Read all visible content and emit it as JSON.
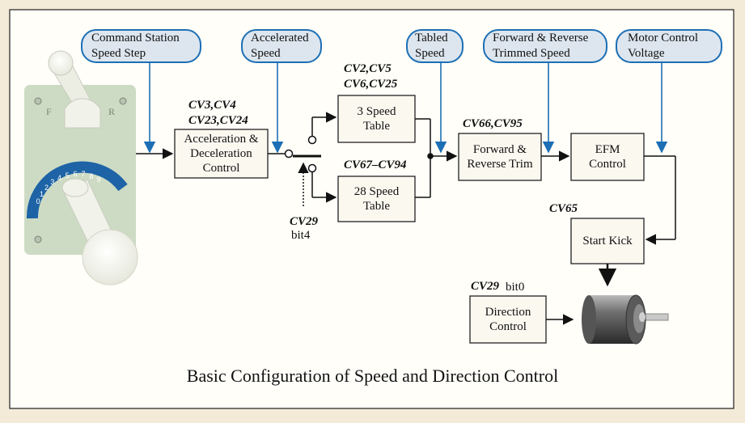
{
  "caption": "Basic Configuration of Speed and Direction Control",
  "controller": {
    "forward_label": "F",
    "reverse_label": "R",
    "dial_digits": [
      "0",
      "1",
      "2",
      "3",
      "4",
      "5",
      "6",
      "7",
      "8",
      "9"
    ]
  },
  "callouts": {
    "command_station": "Command Station\nSpeed Step",
    "accelerated": "Accelerated\nSpeed",
    "tabled": "Tabled\nSpeed",
    "trimmed": "Forward & Reverse\nTrimmed Speed",
    "motor_voltage": "Motor Control\nVoltage"
  },
  "boxes": {
    "accel": "Acceleration &\nDeceleration\nControl",
    "speed3": "3 Speed\nTable",
    "speed28": "28 Speed\nTable",
    "trim": "Forward &\nReverse Trim",
    "efm": "EFM\nControl",
    "kick": "Start Kick",
    "direction": "Direction\nControl"
  },
  "cv_labels": {
    "accel": "CV3,CV4\nCV23,CV24",
    "speed3": "CV2,CV5\nCV6,CV25",
    "speed28": "CV67–CV94",
    "trim": "CV66,CV95",
    "kick": "CV65",
    "switch": "CV29",
    "switch_bit": "bit4",
    "direction": "CV29",
    "direction_bit": "bit0"
  },
  "colors": {
    "background": "#f3ead7",
    "callout_fill": "#dce6f0",
    "callout_stroke": "#1d6fb5",
    "accent_blue": "#1d63a6",
    "panel_green": "#cfdcc6",
    "box_fill": "#fbf8f0"
  }
}
